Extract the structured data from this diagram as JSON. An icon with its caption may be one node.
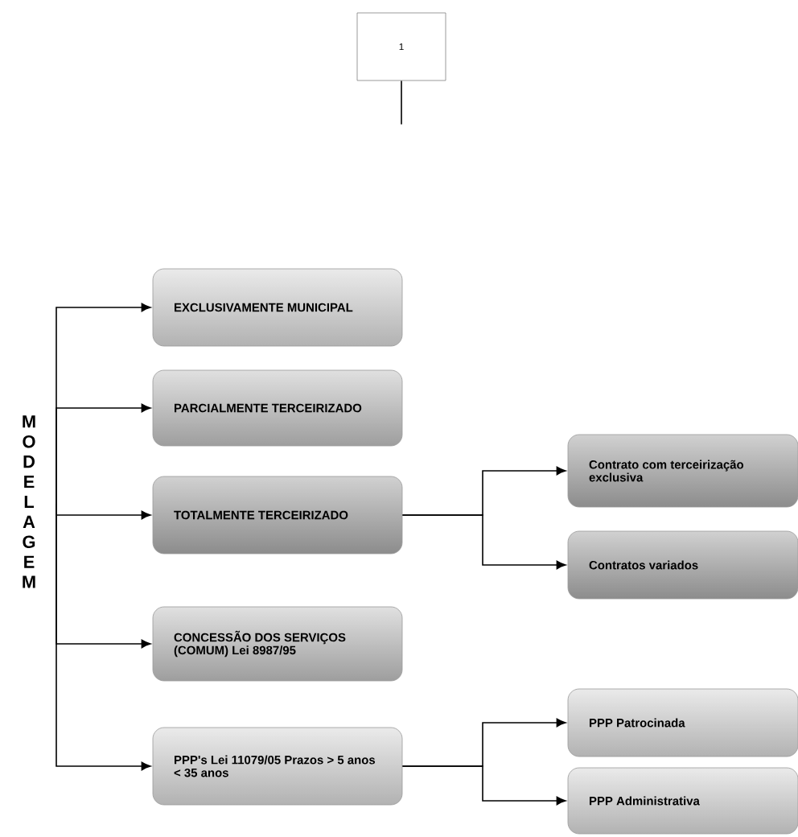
{
  "diagram": {
    "nodes": [
      {
        "text": [
          "1"
        ]
      },
      {
        "text": [
          "MODELAGEM"
        ]
      },
      {
        "text": [
          "EXCLUSIVAMENTE MUNICIPAL"
        ]
      },
      {
        "text": [
          "PARCIALMENTE TERCEIRIZADO"
        ]
      },
      {
        "text": [
          "TOTALMENTE TERCEIRIZADO"
        ]
      },
      {
        "text": [
          "Contrato com terceirização exclusiva"
        ]
      },
      {
        "text": [
          "Contratos variados"
        ]
      },
      {
        "text": [
          "CONCESSÃO DOS SERVIÇOS (COMUM) Lei 8987/95"
        ]
      },
      {
        "text": [
          "PPP's Lei 11079/05 Prazos > 5 anos < 35 anos"
        ]
      },
      {
        "text": [
          "PPP Patrocinada"
        ]
      },
      {
        "text": [
          "PPP Administrativa"
        ]
      }
    ],
    "edges": [
      {
        "from": 0,
        "to": null,
        "arrow": "none"
      },
      {
        "from": 1,
        "to": 2,
        "arrow": "to"
      },
      {
        "from": 1,
        "to": 3,
        "arrow": "to"
      },
      {
        "from": 1,
        "to": 4,
        "arrow": "to"
      },
      {
        "from": 1,
        "to": 7,
        "arrow": "to"
      },
      {
        "from": 1,
        "to": 8,
        "arrow": "to"
      },
      {
        "from": 4,
        "to": 5,
        "arrow": "to"
      },
      {
        "from": 4,
        "to": 6,
        "arrow": "to"
      },
      {
        "from": 8,
        "to": 9,
        "arrow": "to"
      },
      {
        "from": 8,
        "to": 10,
        "arrow": "to"
      }
    ]
  }
}
